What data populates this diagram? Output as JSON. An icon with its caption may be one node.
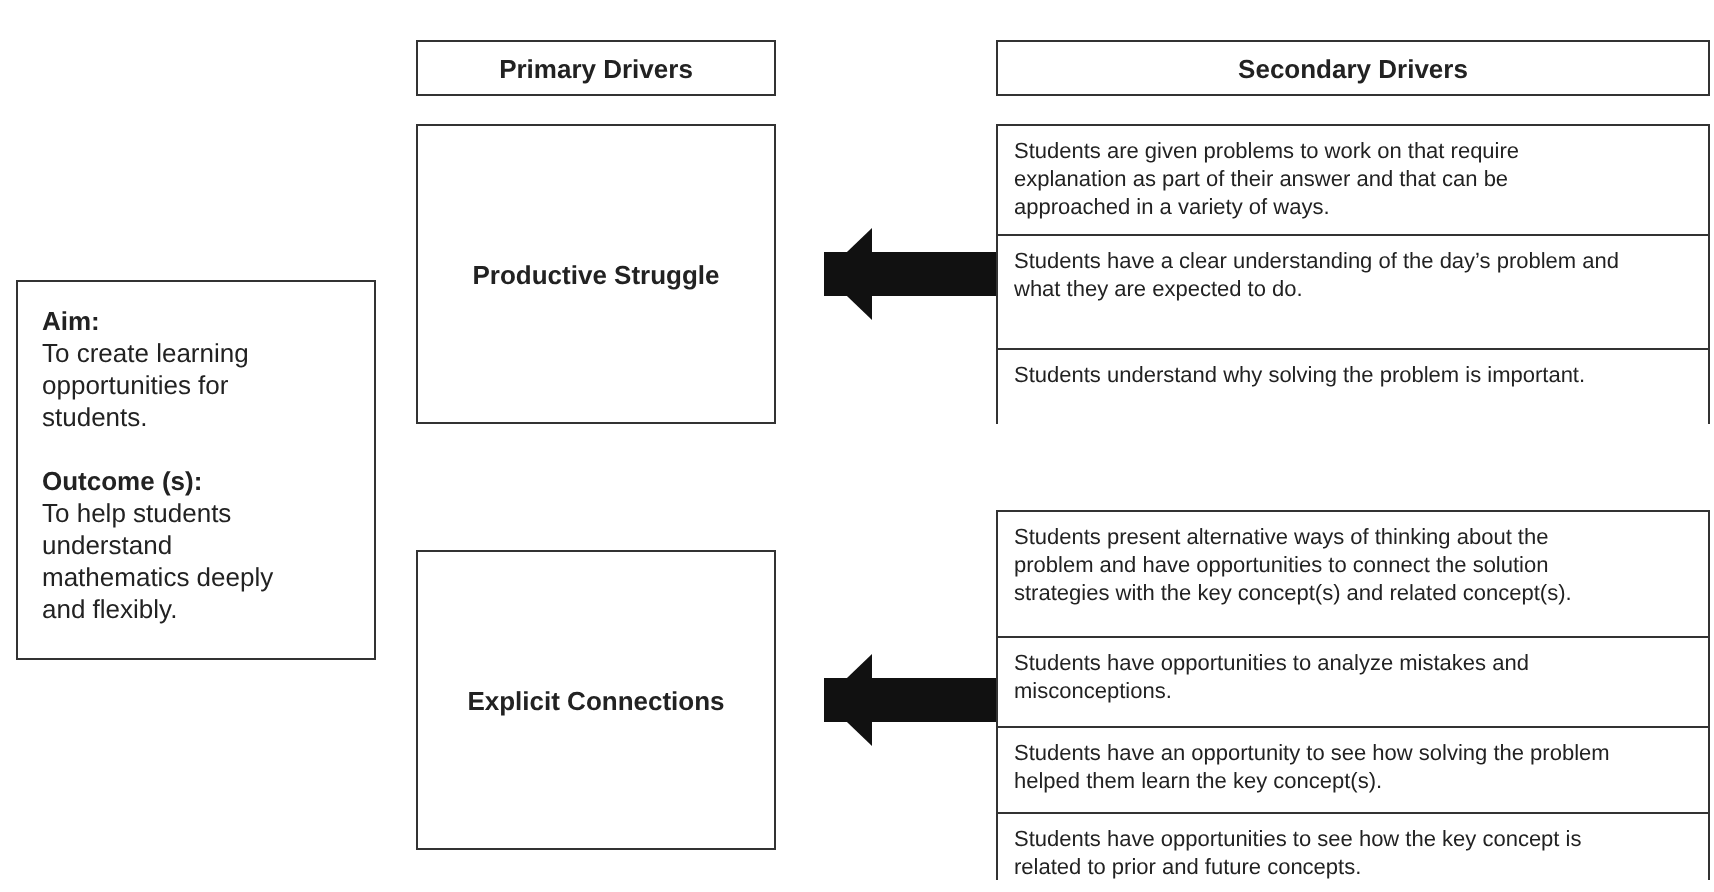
{
  "diagram": {
    "nodes": [
      {
        "text": [
          "Aim:",
          "To create learning opportunities for students.",
          "Outcome (s):",
          "To help students understand mathematics deeply and flexibly."
        ]
      },
      {
        "text": [
          "Primary Drivers"
        ]
      },
      {
        "text": [
          "Secondary Drivers"
        ]
      },
      {
        "text": [
          "Productive Struggle"
        ]
      },
      {
        "text": [],
        "shape": "box"
      },
      {
        "text": [
          "Students are given problems to work on that require explanation as part of their answer and that can be approached in a variety of ways."
        ],
        "in": 4
      },
      {
        "text": [
          "Students have a clear understanding of the day’s problem and what they are expected to do."
        ],
        "in": 4
      },
      {
        "text": [
          "Students understand why solving the problem is important."
        ],
        "in": 4
      },
      {
        "text": [
          "Explicit Connections"
        ]
      },
      {
        "text": [],
        "shape": "box"
      },
      {
        "text": [
          "Students present alternative ways of thinking about the problem and have opportunities to connect the solution strategies with the key concept(s) and related concept(s)."
        ],
        "in": 9
      },
      {
        "text": [
          "Students have opportunities to analyze mistakes and misconceptions."
        ],
        "in": 9
      },
      {
        "text": [
          "Students have an opportunity to see how solving the problem helped them learn the key concept(s)."
        ],
        "in": 9
      },
      {
        "text": [
          "Students have opportunities to see how the key concept is related to prior and future concepts."
        ],
        "in": 9
      }
    ],
    "edges": [
      {
        "from": 4,
        "to": 3,
        "arrow": "to"
      },
      {
        "from": 9,
        "to": 8,
        "arrow": "to"
      }
    ]
  }
}
